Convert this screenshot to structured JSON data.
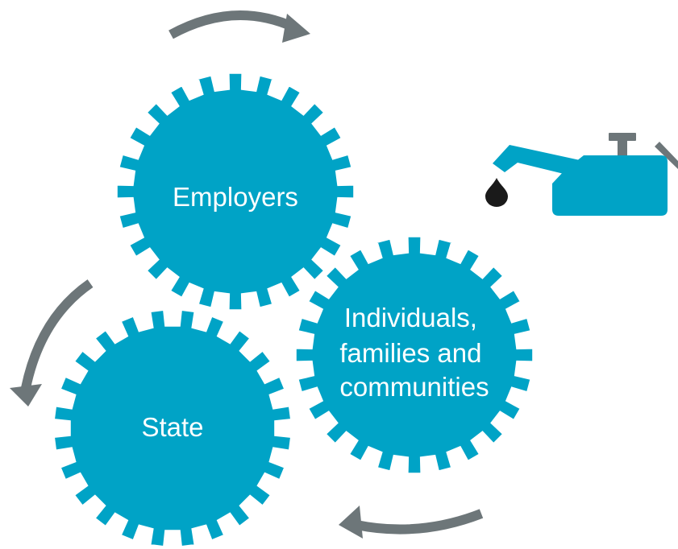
{
  "colors": {
    "gear": "#00a3c6",
    "arrow": "#6d7679",
    "oil_can": "#00a3c6",
    "oil_can_cap": "#6d7679",
    "oil_drop": "#1a1a1a",
    "background": "#ffffff"
  },
  "gears": [
    {
      "id": "employers",
      "label_lines": [
        "Employers"
      ]
    },
    {
      "id": "individuals",
      "label_lines": [
        "Individuals,",
        "families and",
        "communities"
      ]
    },
    {
      "id": "state",
      "label_lines": [
        "State"
      ]
    }
  ],
  "icons": [
    "circular-arrow-icon",
    "oil-can-icon",
    "oil-drop-icon"
  ]
}
